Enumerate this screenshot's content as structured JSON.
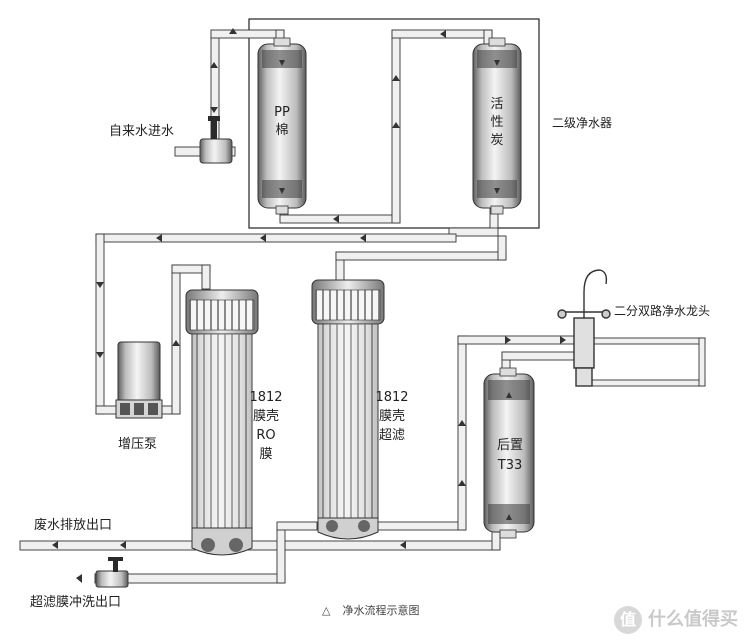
{
  "labels": {
    "inlet": "自来水进水",
    "secondary_purifier": "二级净水器",
    "pp_filter": "PP\n棉",
    "carbon_filter": "活\n性\n炭",
    "faucet": "二分双路净水龙头",
    "booster_pump": "增压泵",
    "ro_membrane": "1812\n膜壳\nRO\n膜",
    "uf_membrane": "1812\n膜壳\n超滤",
    "post_filter": "后置\nT33",
    "waste_outlet": "废水排放出口",
    "uf_flush_outlet": "超滤膜冲洗出口"
  },
  "caption": {
    "symbol": "△",
    "text": "净水流程示意图"
  },
  "watermark": {
    "logo": "值",
    "text": "什么值得买"
  },
  "colors": {
    "pipe_fill": "#f0f0f0",
    "line": "#333333",
    "housing_dark": "#6a6a6a",
    "housing_light": "#e2e2e2",
    "box_border": "#222222"
  }
}
